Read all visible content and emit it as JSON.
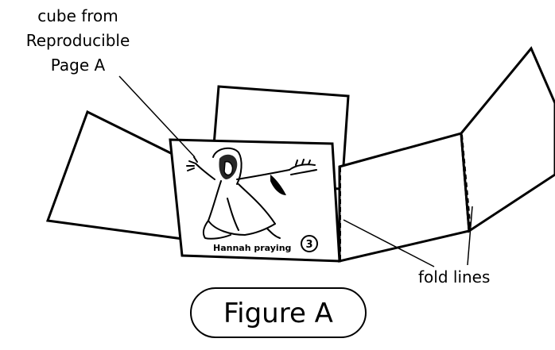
{
  "labels": {
    "cube_line1": "cube from",
    "cube_line2": "Reproducible",
    "cube_line3": "Page A",
    "fold_lines": "fold lines",
    "figure": "Figure A"
  },
  "cube_card": {
    "caption": "Hannah praying",
    "number": "3"
  }
}
